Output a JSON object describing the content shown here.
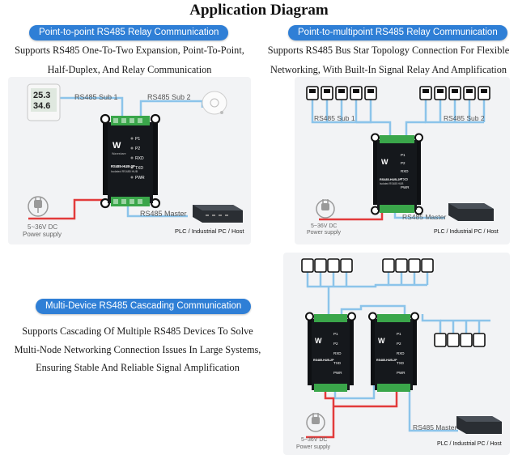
{
  "title": "Application Diagram",
  "sections": {
    "p2p": {
      "heading": "Point-to-point RS485 Relay Communication",
      "lines": [
        "Supports RS485 One-To-Two Expansion, Point-To-Point,",
        "Half-Duplex, And Relay Communication"
      ],
      "sub1": "RS485 Sub 1",
      "sub2": "RS485 Sub 2",
      "master": "RS485 Master",
      "power": [
        "5~36V DC",
        "Power supply"
      ],
      "host": "PLC / Industrial PC / Host",
      "thermo_top": "25.3",
      "thermo_bottom": "34.6"
    },
    "p2mp": {
      "heading": "Point-to-multipoint RS485 Relay Communication",
      "lines": [
        "Supports RS485 Bus Star Topology Connection For Flexible",
        "Networking, With Built-In Signal Relay And Amplification"
      ],
      "sub1": "RS485 Sub 1",
      "sub2": "RS485 Sub 2",
      "master": "RS485 Master",
      "power": [
        "5~36V DC",
        "Power supply"
      ],
      "host": "PLC / Industrial PC / Host"
    },
    "cascade": {
      "heading": "Multi-Device RS485 Cascading Communication",
      "lines": [
        "Supports Cascading Of Multiple RS485 Devices To Solve",
        "Multi-Node Networking Connection Issues In Large Systems,",
        "Ensuring Stable And Reliable Signal Amplification"
      ],
      "master": "RS485 Master",
      "power": [
        "5~36V DC",
        "Power supply"
      ],
      "host": "PLC / Industrial PC / Host"
    }
  },
  "hub": {
    "brand": "Waveshare",
    "model": "RS485-HUB-2P",
    "subtitle": "Isolated RS485 HUB",
    "leds": [
      "P1",
      "P2",
      "RXD",
      "TXD",
      "PWR"
    ]
  },
  "colors": {
    "accent": "#2f7fd6",
    "bus_line": "#8cc4ea",
    "power_line": "#e23b3b",
    "terminal": "#3aa64a",
    "module": "#15181c"
  }
}
